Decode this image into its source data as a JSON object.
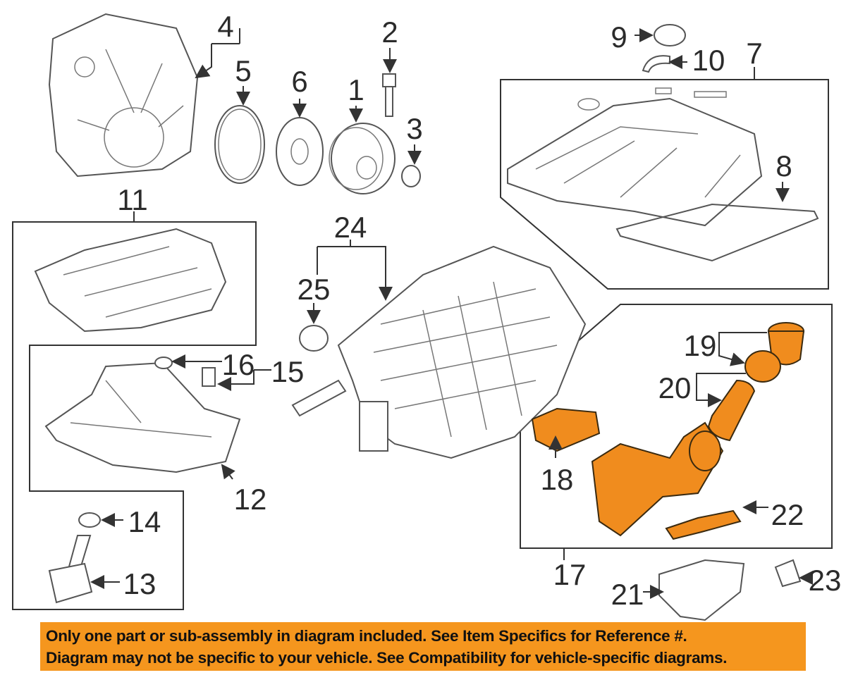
{
  "callouts": {
    "c1": "1",
    "c2": "2",
    "c3": "3",
    "c4": "4",
    "c5": "5",
    "c6": "6",
    "c7": "7",
    "c8": "8",
    "c9": "9",
    "c10": "10",
    "c11": "11",
    "c12": "12",
    "c13": "13",
    "c14": "14",
    "c15": "15",
    "c16": "16",
    "c17": "17",
    "c18": "18",
    "c19": "19",
    "c20": "20",
    "c21": "21",
    "c22": "22",
    "c23": "23",
    "c24": "24",
    "c25": "25"
  },
  "colors": {
    "highlight": "#f08c1e",
    "banner": "#f5961e"
  },
  "banner": {
    "line1": "Only one part or sub-assembly in diagram included. See Item Specifics for Reference #.",
    "line2": "Diagram may not be specific to your vehicle. See Compatibility for vehicle-specific diagrams."
  }
}
